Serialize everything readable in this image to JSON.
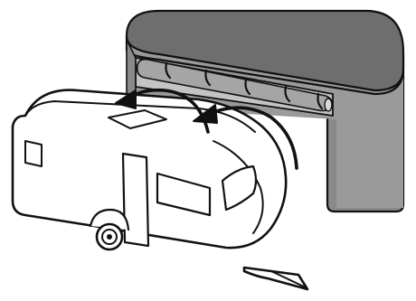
{
  "scene": {
    "kind": "caravan-cover-installation-illustration",
    "components": [
      "rolled-cover-housing",
      "caravan",
      "cover-direction-arrows"
    ],
    "colors": {
      "housing_top": "#6e6e6e",
      "housing_body": "#8a8a8a",
      "housing_front": "#a9a9a9",
      "roller_panel": "#c4c4c4",
      "outline": "#111111",
      "caravan_fill": "#ffffff"
    },
    "icons": [
      "caravan-icon",
      "roller-housing-icon",
      "curved-arrow-icon"
    ],
    "arrow_count": 2,
    "roller_segments": 5
  }
}
